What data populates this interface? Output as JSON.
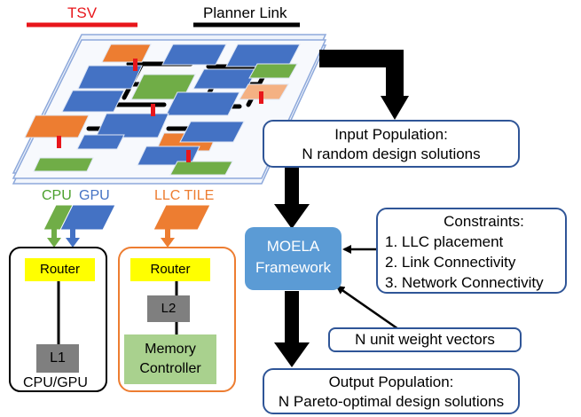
{
  "legend": {
    "tsv_label": "TSV",
    "planar_link_label": "Planner Link",
    "tsv_color": "#e8161b",
    "planar_link_color": "#000000"
  },
  "cores": {
    "cpu_label": "CPU",
    "gpu_label": "GPU",
    "llc_label": "LLC TILE",
    "cpu_color": "#4aa02c",
    "gpu_color": "#4472c4",
    "llc_color": "#ed7d31"
  },
  "cpu_gpu_tile": {
    "router_label": "Router",
    "cache_label": "L1",
    "name": "CPU/GPU"
  },
  "llc_tile": {
    "router_label": "Router",
    "cache_label": "L2",
    "memory_line1": "Memory",
    "memory_line2": "Controller"
  },
  "flow": {
    "input_title": "Input Population:",
    "input_desc": "N random design solutions",
    "framework_line1": "MOELA",
    "framework_line2": "Framework",
    "constraints_title": "Constraints:",
    "constraints": [
      "1. LLC placement",
      "2. Link Connectivity",
      "3. Network Connectivity"
    ],
    "weights_label": "N unit weight vectors",
    "output_title": "Output Population:",
    "output_desc": "N Pareto-optimal design solutions"
  }
}
